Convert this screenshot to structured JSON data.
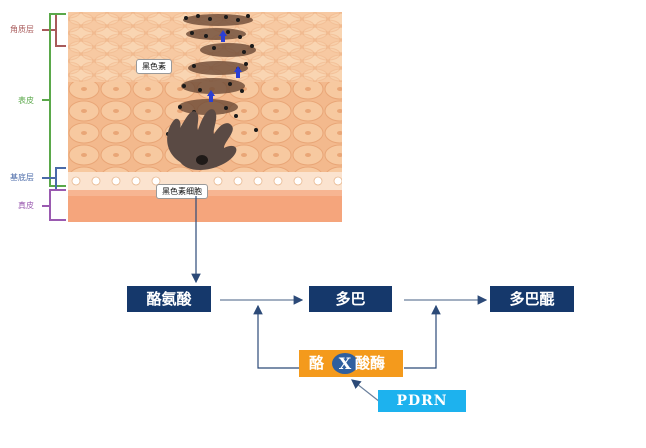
{
  "layers": {
    "stratum_corneum": "角质层",
    "epidermis": "表皮",
    "basal_layer": "基底层",
    "dermis": "真皮"
  },
  "colors": {
    "stratum_corneum": "#a85a5a",
    "epidermis": "#5aa84a",
    "basal_layer": "#4a6aa8",
    "dermis": "#9a5ab0",
    "flow_box": "#15386b",
    "enzyme": "#f49a1c",
    "pdrn": "#1db2ee"
  },
  "labels": {
    "melanin": "黑色素",
    "melanocyte": "黑色素细胞"
  },
  "flow": {
    "tyrosine": "酪氨酸",
    "dopa": "多巴",
    "dopaquinone": "多巴醌"
  },
  "enzyme": {
    "prefix": "酪",
    "block_symbol": "X",
    "suffix": "酸酶"
  },
  "inhibitor": "PDRN"
}
